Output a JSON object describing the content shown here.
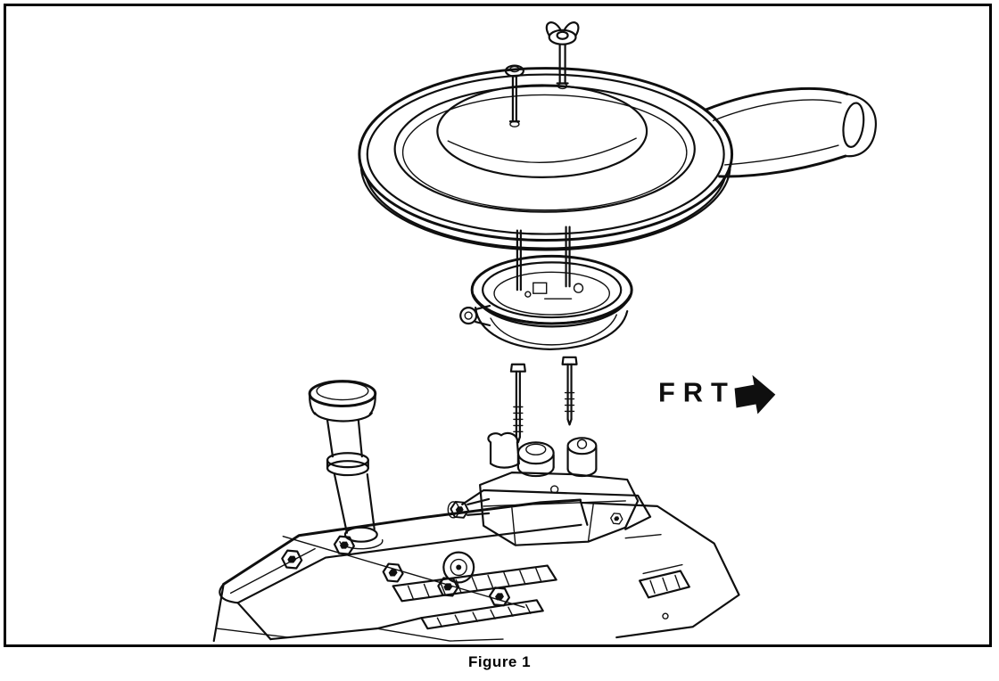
{
  "figure": {
    "caption": "Figure 1",
    "frt_label": "FRT"
  },
  "diagram": {
    "type": "exploded-view-line-drawing",
    "parts": [
      "wing-nut",
      "cover-screw",
      "air-cleaner-lid",
      "snorkel-duct",
      "filter-element",
      "mounting-studs",
      "carburetor",
      "oil-filler-tube",
      "engine-valve-cover"
    ],
    "direction_indicator": "FRT",
    "colors": {
      "ink": "#0f0f0f",
      "background": "#ffffff"
    }
  }
}
